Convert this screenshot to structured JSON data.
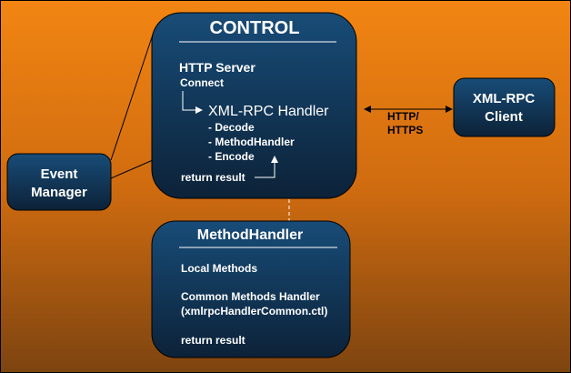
{
  "colors": {
    "bg_top": "#f28512",
    "bg_bottom": "#7d4410",
    "box_top": "#184c78",
    "box_bottom": "#0c2238"
  },
  "control": {
    "title": "CONTROL",
    "http_server": "HTTP Server",
    "connect": "Connect",
    "xmlrpc_handler": "XML-RPC Handler",
    "steps": [
      "- Decode",
      "- MethodHandler",
      "- Encode"
    ],
    "return_result": "return result"
  },
  "method_handler": {
    "title": "MethodHandler",
    "local_methods": "Local Methods",
    "common_handler": "Common Methods Handler",
    "common_file": "(xmlrpcHandlerCommon.ctl)",
    "return_result": "return result"
  },
  "event_manager": {
    "line1": "Event",
    "line2": "Manager"
  },
  "client": {
    "line1": "XML-RPC",
    "line2": "Client"
  },
  "protocol": {
    "line1": "HTTP/",
    "line2": "HTTPS"
  }
}
